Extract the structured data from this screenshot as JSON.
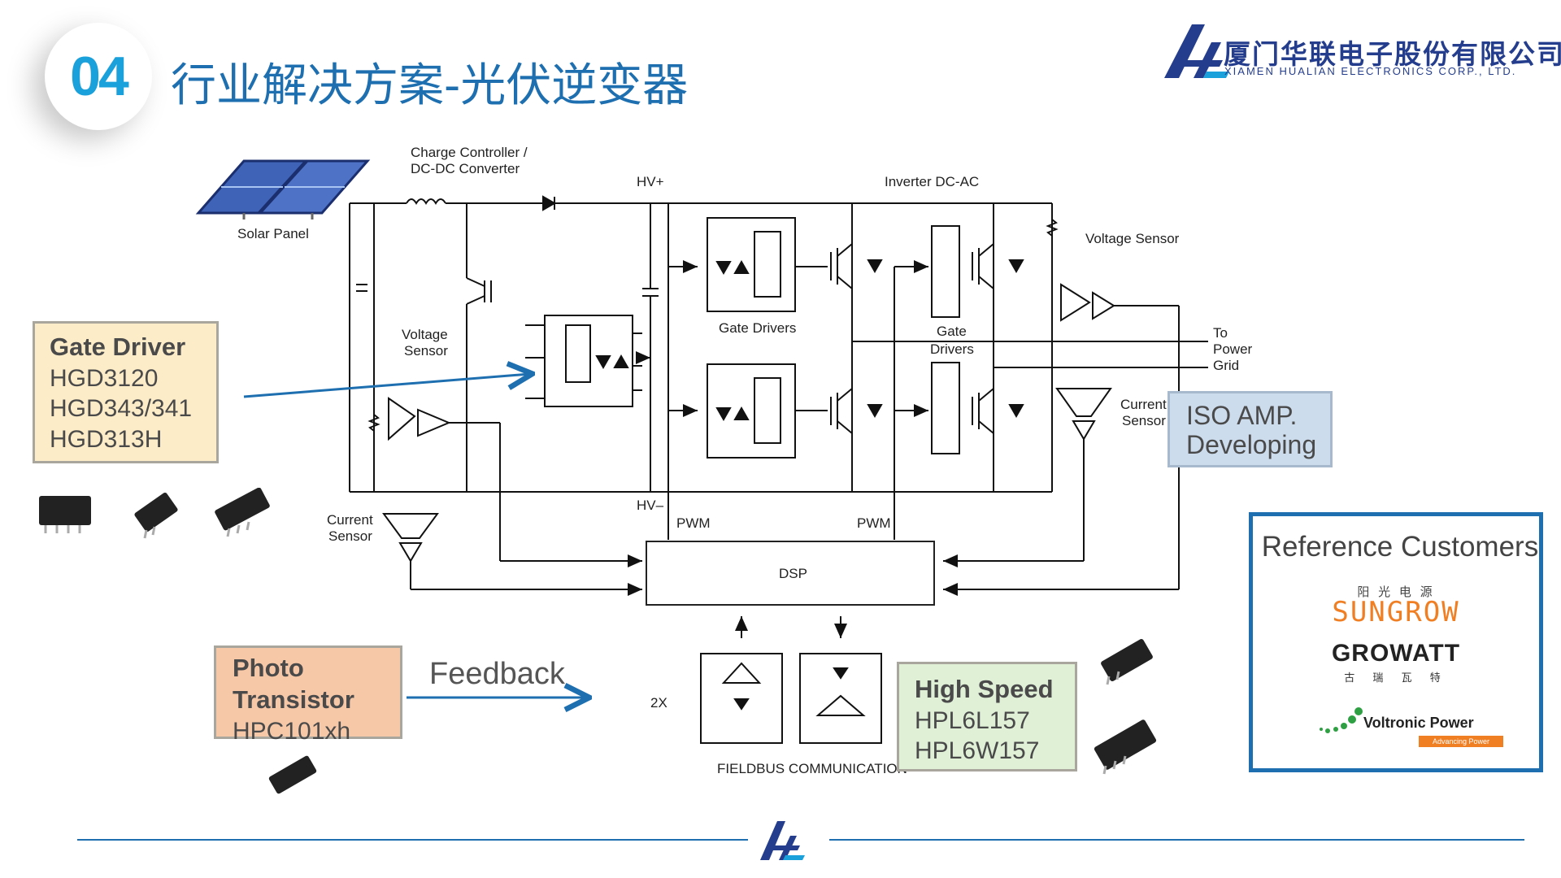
{
  "header": {
    "section_number": "04",
    "title": "行业解决方案-光伏逆变器",
    "company_cn": "厦门华联电子股份有限公司",
    "company_en": "XIAMEN HUALIAN ELECTRONICS CORP., LTD."
  },
  "diagram": {
    "solar_panel": "Solar Panel",
    "charge_controller": "Charge Controller /",
    "dc_dc": "DC-DC Converter",
    "hv_plus": "HV+",
    "hv_minus": "HV–",
    "inverter": "Inverter DC-AC",
    "voltage_sensor_left_1": "Voltage",
    "voltage_sensor_left_2": "Sensor",
    "voltage_sensor_right": "Voltage Sensor",
    "gate_drivers_1": "Gate Drivers",
    "gate_drivers_2a": "Gate",
    "gate_drivers_2b": "Drivers",
    "to_1": "To",
    "to_2": "Power",
    "to_3": "Grid",
    "current_sensor_right_1": "Current",
    "current_sensor_right_2": "Sensor",
    "current_sensor_left_1": "Current",
    "current_sensor_left_2": "Sensor",
    "pwm_left": "PWM",
    "pwm_right": "PWM",
    "dsp": "DSP",
    "two_x": "2X",
    "fieldbus": "FIELDBUS COMMUNICATION"
  },
  "gate_driver_box": {
    "title": "Gate Driver",
    "items": [
      "HGD3120",
      "HGD343/341",
      "HGD313H"
    ]
  },
  "photo_box": {
    "title_1": "Photo",
    "title_2": "Transistor",
    "item": "HPC101xh"
  },
  "feedback_label": "Feedback",
  "iso_box": {
    "line1": "ISO AMP.",
    "line2": "Developing"
  },
  "high_speed_box": {
    "title": "High Speed",
    "items": [
      "HPL6L157",
      "HPL6W157"
    ]
  },
  "reference": {
    "title": "Reference Customers",
    "sungrow_cn": "阳 光 电 源",
    "sungrow": "SUNGROW",
    "growatt": "GROWATT",
    "growatt_cn": "古 瑞 瓦 特",
    "voltronic": "Voltronic Power",
    "voltronic_tag": "Advancing Power"
  },
  "colors": {
    "accent": "#1e6fb0",
    "badge_number": "#1aa0db",
    "sungrow_orange": "#f07f23",
    "growatt_green": "#2ea043",
    "company_navy": "#243d8c"
  }
}
